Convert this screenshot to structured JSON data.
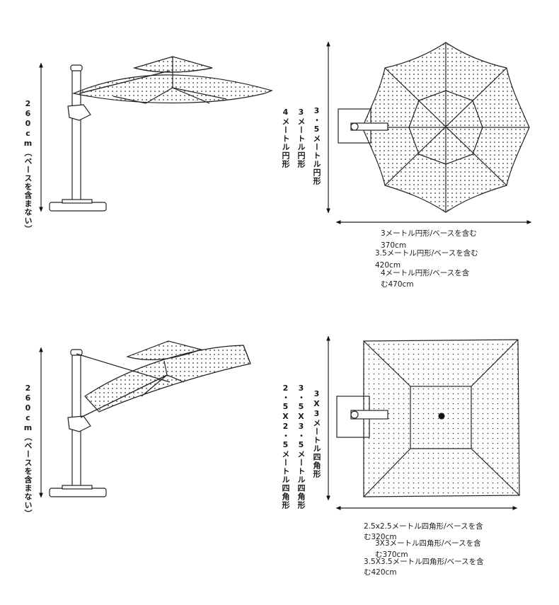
{
  "top": {
    "height_label": "260cm（ベースを含まない）",
    "diam_label_1": "3・5メートル円形",
    "diam_label_2": "3メートル円形",
    "diam_label_3": "4メートル円形",
    "width_line_1a": "3メートル円形/ベースを含む",
    "width_line_1b": "370cm",
    "width_line_2a": "3.5メートル円形/ベースを含む",
    "width_line_2b": "420cm",
    "width_line_3a": "4メートル円形/ベースを含",
    "width_line_3b": "む470cm"
  },
  "bottom": {
    "height_label": "260cm（ベースを含まない）",
    "size_label_1": "3X3メートル四角形",
    "size_label_2": "3・5X3・5メートル四角形",
    "size_label_3": "2・5X2・5メートル四角形",
    "width_line_1a": "2.5x2.5メートル四角形/ベースを含",
    "width_line_1b": "む320cm",
    "width_line_2a": "3X3メートル四角形/ベースを含",
    "width_line_2b": "む370cm",
    "width_line_3a": "3.5X3.5メートル四角形/ベースを含",
    "width_line_3b": "む420cm"
  }
}
